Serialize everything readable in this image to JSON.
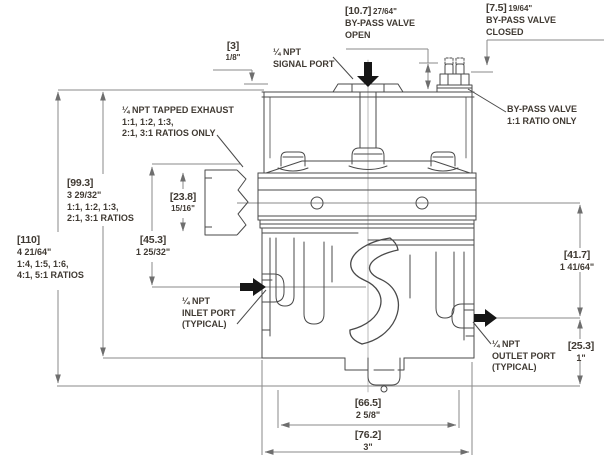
{
  "drawing": {
    "colors": {
      "body_line": "#4a4a4a",
      "dimension_line": "#8a8a8a",
      "text": "#403a33",
      "flow_arrow": "#161616",
      "background": "#ffffff"
    },
    "callouts": {
      "bypass_open": {
        "mm": "[10.7]",
        "in": "27/64\"",
        "line2": "BY-PASS VALVE",
        "line3": "OPEN"
      },
      "bypass_closed": {
        "mm": "[7.5]",
        "in": "19/64\"",
        "line2": "BY-PASS VALVE",
        "line3": "CLOSED"
      },
      "signal_port": {
        "line1": "¼ NPT",
        "line2": "SIGNAL PORT"
      },
      "bypass_ratio": {
        "line1": "BY-PASS VALVE",
        "line2": "1:1 RATIO ONLY"
      },
      "tapped_exhaust": {
        "line1": "¼ NPT TAPPED EXHAUST",
        "line2": "1:1, 1:2, 1:3,",
        "line3": "2:1, 3:1 RATIOS ONLY"
      },
      "inlet_port": {
        "line1": "¼ NPT",
        "line2": "INLET PORT",
        "line3": "(TYPICAL)"
      },
      "outlet_port": {
        "line1": "¼ NPT",
        "line2": "OUTLET PORT",
        "line3": "(TYPICAL)"
      }
    },
    "dimensions": {
      "top_offset": {
        "mm": "[3]",
        "in": "1/8\""
      },
      "height_small": {
        "mm": "[99.3]",
        "in": "3 29/32\"",
        "ratios1": "1:1, 1:2, 1:3,",
        "ratios2": "2:1, 3:1 RATIOS"
      },
      "height_large": {
        "mm": "[110]",
        "in": "4 21/64\"",
        "ratios1": "1:4, 1:5, 1:6,",
        "ratios2": "4:1, 5:1 RATIOS"
      },
      "exhaust_boss": {
        "mm": "[23.8]",
        "in": "15/16\""
      },
      "inlet_height": {
        "mm": "[45.3]",
        "in": "1 25/32\""
      },
      "outlet_drop": {
        "mm": "[41.7]",
        "in": "1 41/64\""
      },
      "outlet_base": {
        "mm": "[25.3]",
        "in": "1\""
      },
      "width_inner": {
        "mm": "[66.5]",
        "in": "2 5/8\""
      },
      "width_outer": {
        "mm": "[76.2]",
        "in": "3\""
      }
    }
  }
}
